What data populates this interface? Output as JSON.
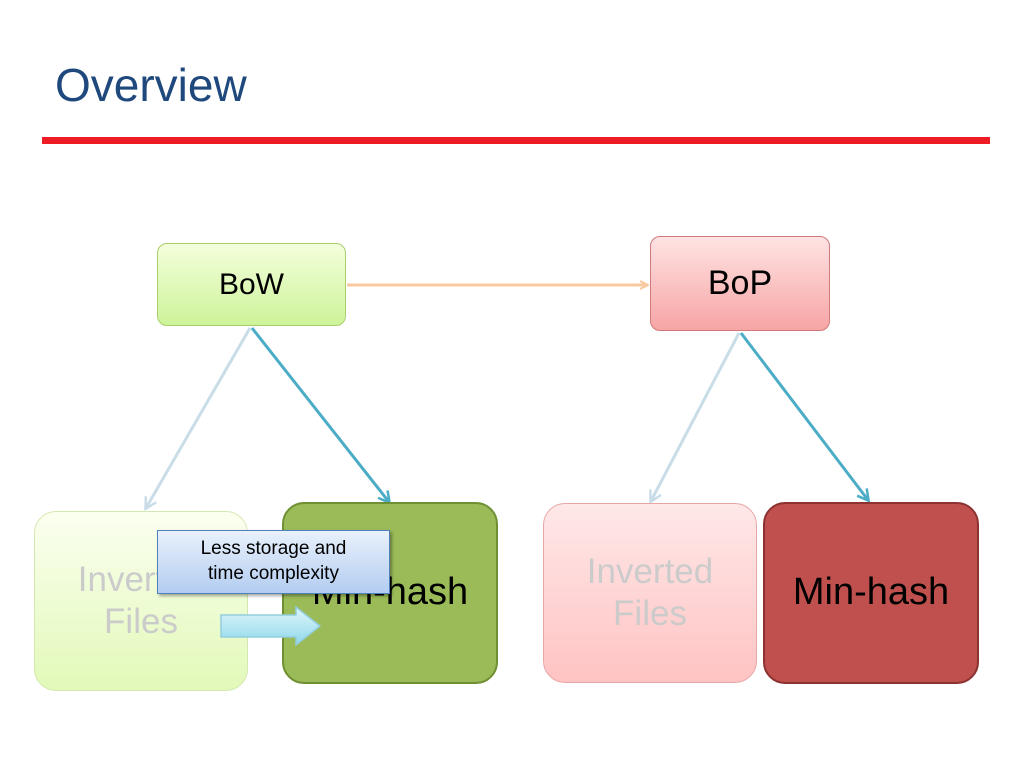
{
  "slide": {
    "title": "Overview"
  },
  "nodes": {
    "bow": "BoW",
    "bop": "BoP",
    "inverted_files_left": [
      "Inverted",
      "Files"
    ],
    "min_hash_left": "Min-hash",
    "inverted_files_right": [
      "Inverted",
      "Files"
    ],
    "min_hash_right": "Min-hash"
  },
  "callout": {
    "lines": [
      "Less storage and",
      "time complexity"
    ]
  },
  "colors": {
    "title": "#1f497d",
    "rule": "#ee1c25",
    "bow_green": "#d8f7a8",
    "bop_pink": "#f9b3b3",
    "min_hash_green": "#9bbb59",
    "min_hash_red": "#c0504d",
    "link_blue": "#4bacc6",
    "link_faded": "#c9dde8",
    "link_orange": "#f9c9a0"
  }
}
